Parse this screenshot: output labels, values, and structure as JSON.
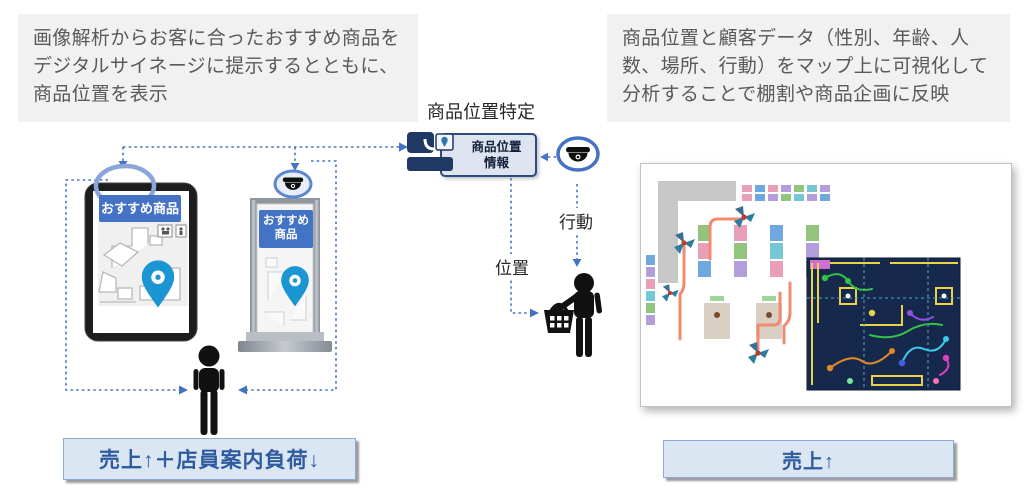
{
  "notes": {
    "left": "画像解析からお客に合ったおすすめ商品をデジタルサイネージに提示するとともに、商品位置を表示",
    "right": "商品位置と顧客データ（性別、年齢、人数、場所、行動）をマップ上に可視化して分析することで棚割や商品企画に反映"
  },
  "system": {
    "label": "商品位置特定",
    "info_box": {
      "line1": "商品位置",
      "line2": "情報"
    }
  },
  "flows": {
    "behavior_label": "行動",
    "position_label": "位置"
  },
  "devices": {
    "tablet": {
      "banner": "おすすめ商品"
    },
    "signage": {
      "banner_line1": "おすすめ",
      "banner_line2": "商品"
    }
  },
  "outcomes": {
    "left_label": "売上↑＋店員案内負荷↓",
    "right_label": "売上↑"
  },
  "icons": {
    "product_location": "map-with-pin-icon",
    "surveillance": "dome-camera-icon",
    "customer": "person-icon",
    "shopper": "person-with-basket-icon",
    "recommendation": "location-pin-icon"
  },
  "colors": {
    "accent_blue": "#4472C4",
    "note_background": "#F1F1F1",
    "note_text": "#595959",
    "info_box_fill": "#DDE4F0",
    "info_box_border": "#2F4A7D",
    "outcome_fill": "#DBE6F3",
    "outcome_border": "#8FA9D8",
    "outcome_text": "#2E5B9F",
    "pin_blue": "#1B96D3",
    "path_orange": "#F08A70",
    "map_overlay_navy": "#16294C",
    "map_overlay_yellow": "#E8D44B"
  }
}
